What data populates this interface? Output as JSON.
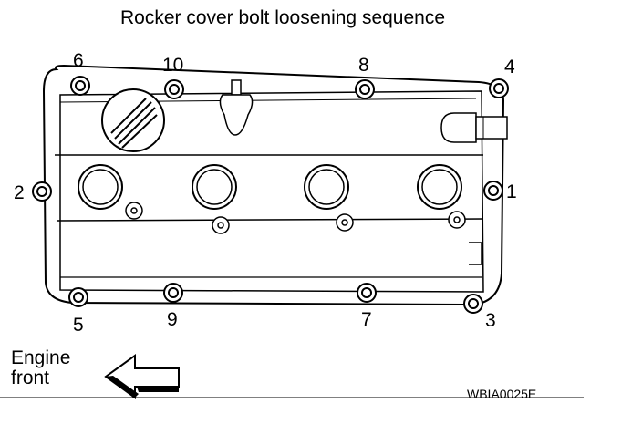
{
  "title": "Rocker cover bolt loosening sequence",
  "bolts": [
    "1",
    "2",
    "3",
    "4",
    "5",
    "6",
    "7",
    "8",
    "9",
    "10"
  ],
  "front_label": {
    "line1": "Engine",
    "line2": "front"
  },
  "figure_code": "WBIA0025E"
}
